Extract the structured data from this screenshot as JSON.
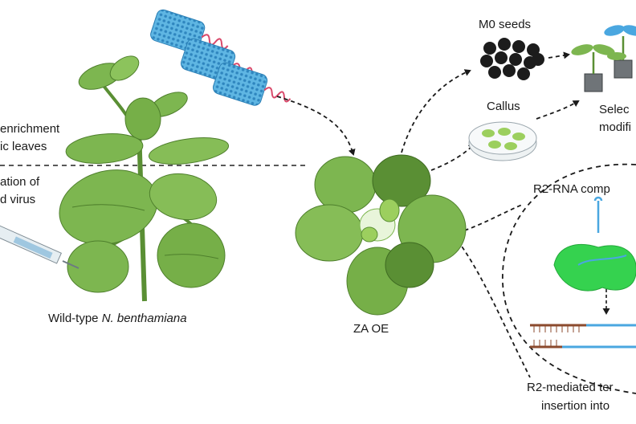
{
  "labels": {
    "enrichment_line1": "enrichment",
    "enrichment_line2": "ic leaves",
    "inoculation_line1": "ation of",
    "inoculation_line2": "d virus",
    "wildtype_prefix": "Wild-type ",
    "wildtype_species": "N. benthamiana",
    "za_oe": "ZA OE",
    "m0_seeds": "M0 seeds",
    "callus": "Callus",
    "select_line1": "Selec",
    "select_line2": "modifi",
    "r2_rna_complex": "R2-RNA comp",
    "r2_mediated_line1": "R2-mediated ter",
    "r2_mediated_line2": "insertion into"
  },
  "colors": {
    "leaf": "#7db650",
    "leaf_dark": "#5a8f34",
    "virus_particle": "#4ba3d4",
    "rna_tail": "#d9486a",
    "seed": "#1c1c1c",
    "callus_tissue": "#9ccf5e",
    "r2_protein": "#35d24f",
    "dna_strand": "#8b4a2d",
    "insert": "#4aa7e0"
  },
  "icons": [
    "virus-particle-icon",
    "syringe-icon",
    "seed-icon",
    "petri-dish-icon",
    "seedling-icon",
    "r2-protein-icon",
    "dna-icon"
  ]
}
